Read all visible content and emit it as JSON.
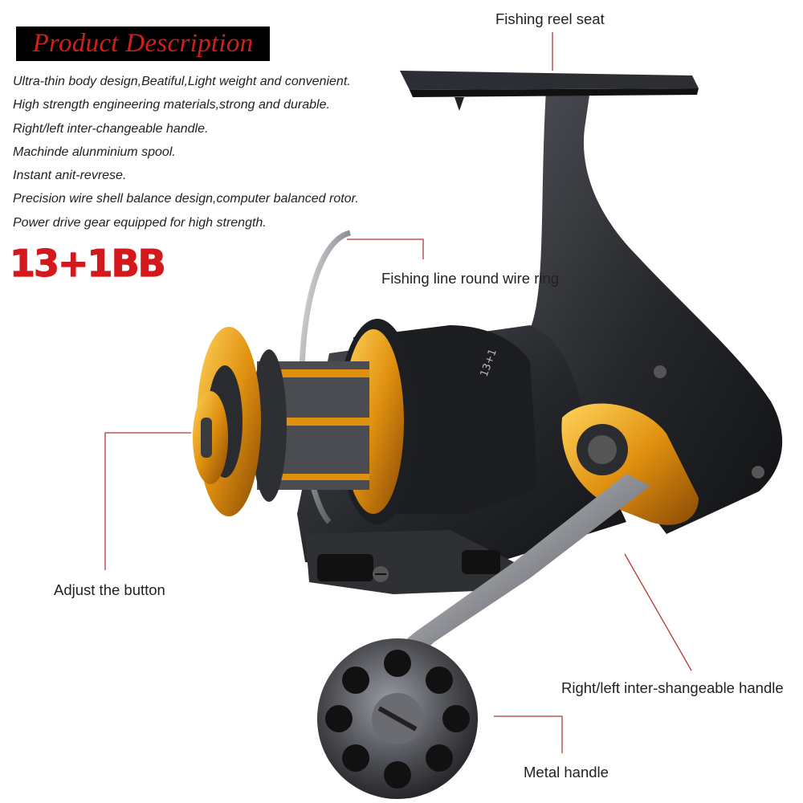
{
  "header": {
    "title": "Product Description"
  },
  "features": [
    "Ultra-thin body design,Beatiful,Light weight and convenient.",
    "High strength engineering materials,strong and durable.",
    "Right/left inter-changeable handle.",
    "Machinde alunminium spool.",
    "Instant anit-revrese.",
    "Precision wire shell balance design,computer balanced rotor.",
    "Power drive gear equipped for high strength."
  ],
  "badge": "13+1BB",
  "callouts": {
    "reel_seat": "Fishing reel seat",
    "wire_ring": "Fishing line round wire ring",
    "adjust_button": "Adjust the button",
    "handle_interchange": "Right/left inter-shangeable handle",
    "metal_handle": "Metal handle"
  },
  "colors": {
    "title_background": "#000000",
    "title_text": "#d0201c",
    "badge": "#d3191c",
    "callout_line": "#b13a32",
    "reel_body": "#2a2c30",
    "spool_gold": "#e0900f"
  }
}
